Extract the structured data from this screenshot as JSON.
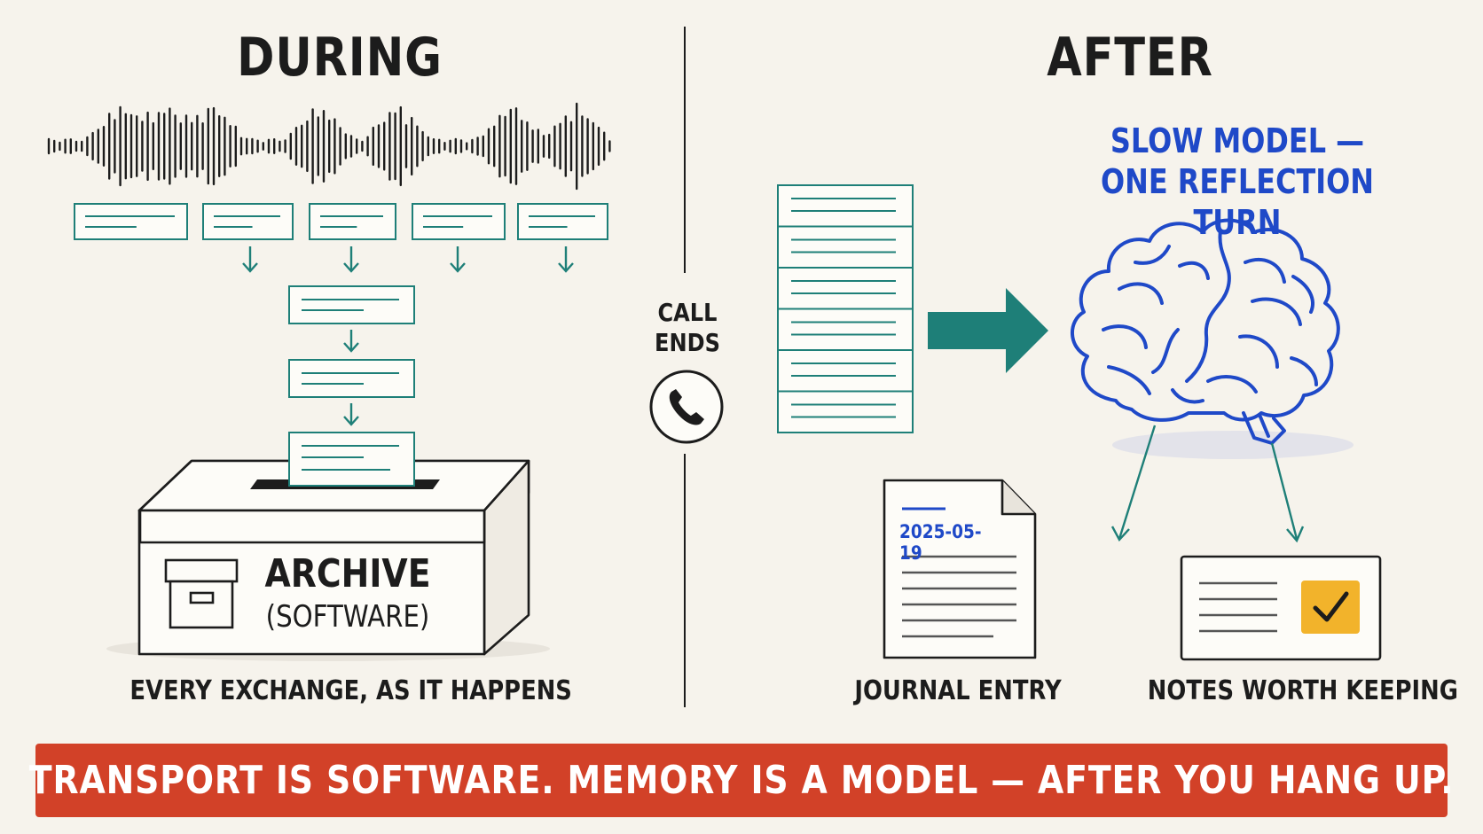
{
  "during": {
    "heading": "DURING",
    "archive_title": "ARCHIVE",
    "archive_subtitle": "(SOFTWARE)",
    "caption": "EVERY EXCHANGE, AS IT HAPPENS"
  },
  "divider": {
    "call_ends_line1": "CALL",
    "call_ends_line2": "ENDS",
    "phone_icon": "phone-icon"
  },
  "after": {
    "heading": "AFTER",
    "model_line1": "SLOW MODEL —",
    "model_line2": "ONE REFLECTION TURN",
    "journal_date": "2025-05-19",
    "journal_caption": "JOURNAL ENTRY",
    "notes_caption": "NOTES WORTH KEEPING",
    "brain_icon": "brain-icon",
    "check_icon": "checkmark-icon"
  },
  "banner": {
    "text": "TRANSPORT IS SOFTWARE. MEMORY IS A MODEL — AFTER YOU HANG UP."
  },
  "colors": {
    "teal": "#1e7f78",
    "blue": "#1f49c8",
    "red": "#d24128",
    "yellow": "#f2b32b",
    "ink": "#1c1c1c",
    "background": "#f6f3ec"
  }
}
